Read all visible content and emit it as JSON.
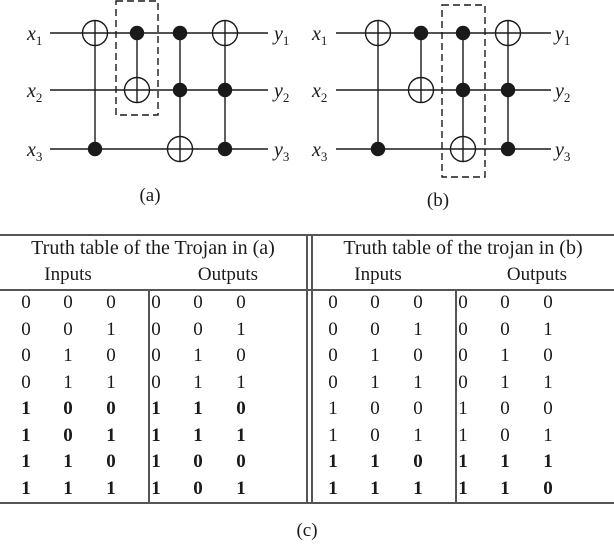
{
  "circuit_a": {
    "caption": "(a)",
    "inputs": [
      "x1",
      "x2",
      "x3"
    ],
    "outputs": [
      "y1",
      "y2",
      "y3"
    ],
    "gates": [
      {
        "type": "CNOT",
        "target": "x1",
        "controls": [
          "x3"
        ]
      },
      {
        "type": "CNOT",
        "target": "x2",
        "controls": [
          "x1"
        ],
        "trojan": true
      },
      {
        "type": "Toffoli",
        "target": "x3",
        "controls": [
          "x1",
          "x2"
        ]
      },
      {
        "type": "Toffoli",
        "target": "x1",
        "controls": [
          "x2",
          "x3"
        ]
      }
    ]
  },
  "circuit_b": {
    "caption": "(b)",
    "inputs": [
      "x1",
      "x2",
      "x3"
    ],
    "outputs": [
      "y1",
      "y2",
      "y3"
    ],
    "gates": [
      {
        "type": "CNOT",
        "target": "x1",
        "controls": [
          "x3"
        ]
      },
      {
        "type": "CNOT",
        "target": "x2",
        "controls": [
          "x1"
        ]
      },
      {
        "type": "Toffoli",
        "target": "x3",
        "controls": [
          "x1",
          "x2"
        ],
        "trojan": true
      },
      {
        "type": "Toffoli",
        "target": "x1",
        "controls": [
          "x2",
          "x3"
        ]
      }
    ]
  },
  "table_a": {
    "title": "Truth table of the Trojan in (a)",
    "inputs_label": "Inputs",
    "outputs_label": "Outputs",
    "rows": [
      {
        "in": [
          "0",
          "0",
          "0"
        ],
        "out": [
          "0",
          "0",
          "0"
        ],
        "bold": false
      },
      {
        "in": [
          "0",
          "0",
          "1"
        ],
        "out": [
          "0",
          "0",
          "1"
        ],
        "bold": false
      },
      {
        "in": [
          "0",
          "1",
          "0"
        ],
        "out": [
          "0",
          "1",
          "0"
        ],
        "bold": false
      },
      {
        "in": [
          "0",
          "1",
          "1"
        ],
        "out": [
          "0",
          "1",
          "1"
        ],
        "bold": false
      },
      {
        "in": [
          "1",
          "0",
          "0"
        ],
        "out": [
          "1",
          "1",
          "0"
        ],
        "bold": true
      },
      {
        "in": [
          "1",
          "0",
          "1"
        ],
        "out": [
          "1",
          "1",
          "1"
        ],
        "bold": true
      },
      {
        "in": [
          "1",
          "1",
          "0"
        ],
        "out": [
          "1",
          "0",
          "0"
        ],
        "bold": true
      },
      {
        "in": [
          "1",
          "1",
          "1"
        ],
        "out": [
          "1",
          "0",
          "1"
        ],
        "bold": true
      }
    ]
  },
  "table_b": {
    "title": "Truth table of the trojan in (b)",
    "inputs_label": "Inputs",
    "outputs_label": "Outputs",
    "rows": [
      {
        "in": [
          "0",
          "0",
          "0"
        ],
        "out": [
          "0",
          "0",
          "0"
        ],
        "bold": false
      },
      {
        "in": [
          "0",
          "0",
          "1"
        ],
        "out": [
          "0",
          "0",
          "1"
        ],
        "bold": false
      },
      {
        "in": [
          "0",
          "1",
          "0"
        ],
        "out": [
          "0",
          "1",
          "0"
        ],
        "bold": false
      },
      {
        "in": [
          "0",
          "1",
          "1"
        ],
        "out": [
          "0",
          "1",
          "1"
        ],
        "bold": false
      },
      {
        "in": [
          "1",
          "0",
          "0"
        ],
        "out": [
          "1",
          "0",
          "0"
        ],
        "bold": false
      },
      {
        "in": [
          "1",
          "0",
          "1"
        ],
        "out": [
          "1",
          "0",
          "1"
        ],
        "bold": false
      },
      {
        "in": [
          "1",
          "1",
          "0"
        ],
        "out": [
          "1",
          "1",
          "1"
        ],
        "bold": true
      },
      {
        "in": [
          "1",
          "1",
          "1"
        ],
        "out": [
          "1",
          "1",
          "0"
        ],
        "bold": true
      }
    ]
  },
  "caption_c": "(c)"
}
